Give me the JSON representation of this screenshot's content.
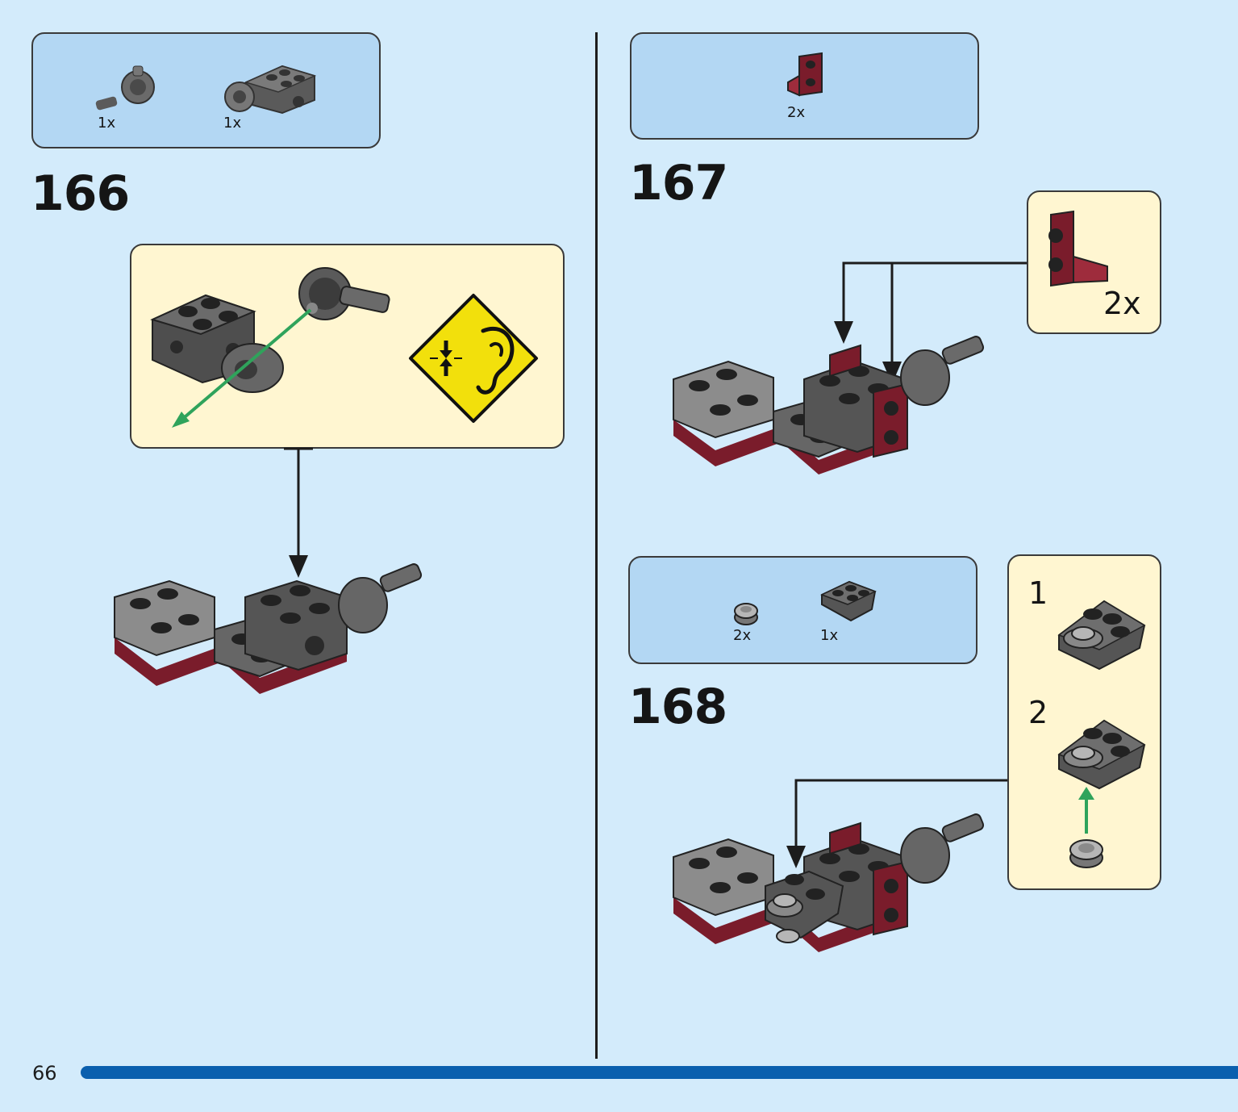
{
  "page": {
    "number": "66",
    "progress": 0.0
  },
  "steps": [
    {
      "number": "166",
      "parts": [
        {
          "qty": "1x",
          "icon": "ball-joint-pin-icon"
        },
        {
          "qty": "1x",
          "icon": "technic-brick-with-ball-socket-icon"
        }
      ],
      "callout": {
        "icons": [
          "technic-brick-icon",
          "ball-joint-icon",
          "click-sound-warning-icon"
        ]
      }
    },
    {
      "number": "167",
      "parts": [
        {
          "qty": "2x",
          "icon": "dark-red-bracket-icon"
        }
      ],
      "callout": {
        "qty": "2x",
        "icons": [
          "dark-red-bracket-icon"
        ]
      }
    },
    {
      "number": "168",
      "parts": [
        {
          "qty": "2x",
          "icon": "round-plate-icon"
        },
        {
          "qty": "1x",
          "icon": "wedge-plate-icon"
        }
      ],
      "callout": {
        "substeps": [
          "1",
          "2"
        ]
      }
    }
  ],
  "colors": {
    "background": "#d3ebfb",
    "parts_box": "#b3d7f3",
    "callout": "#fff6d1",
    "progress": "#0a5fae",
    "arrow_green": "#2fa35b",
    "dark_red": "#7a1c2b",
    "dark_gray": "#555555",
    "light_gray": "#9a9a9a"
  }
}
